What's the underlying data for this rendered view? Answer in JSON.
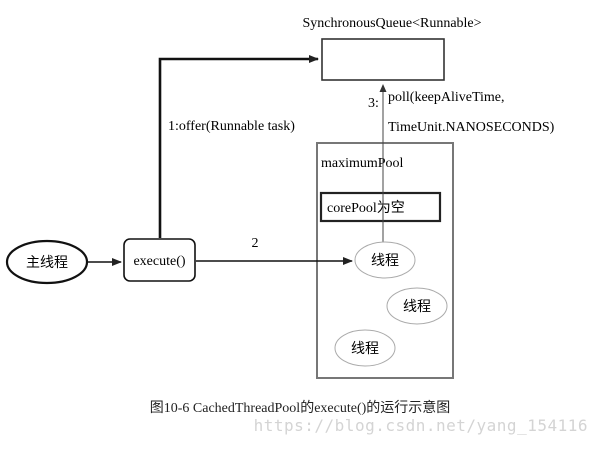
{
  "queue_label": "SynchronousQueue<Runnable>",
  "edge_offer_label": "1:offer(Runnable task)",
  "edge_poll_number": "3:",
  "edge_poll_line1": "poll(keepAliveTime,",
  "edge_poll_line2": "TimeUnit.NANOSECONDS)",
  "maxpool_label": "maximumPool",
  "corepool_label": "corePool为空",
  "main_thread_label": "主线程",
  "execute_label": "execute()",
  "edge_dispatch_label": "2",
  "worker_threads": [
    "线程",
    "线程",
    "线程"
  ],
  "caption": "图10-6  CachedThreadPool的execute()的运行示意图",
  "watermark": "https://blog.csdn.net/yang_154116"
}
